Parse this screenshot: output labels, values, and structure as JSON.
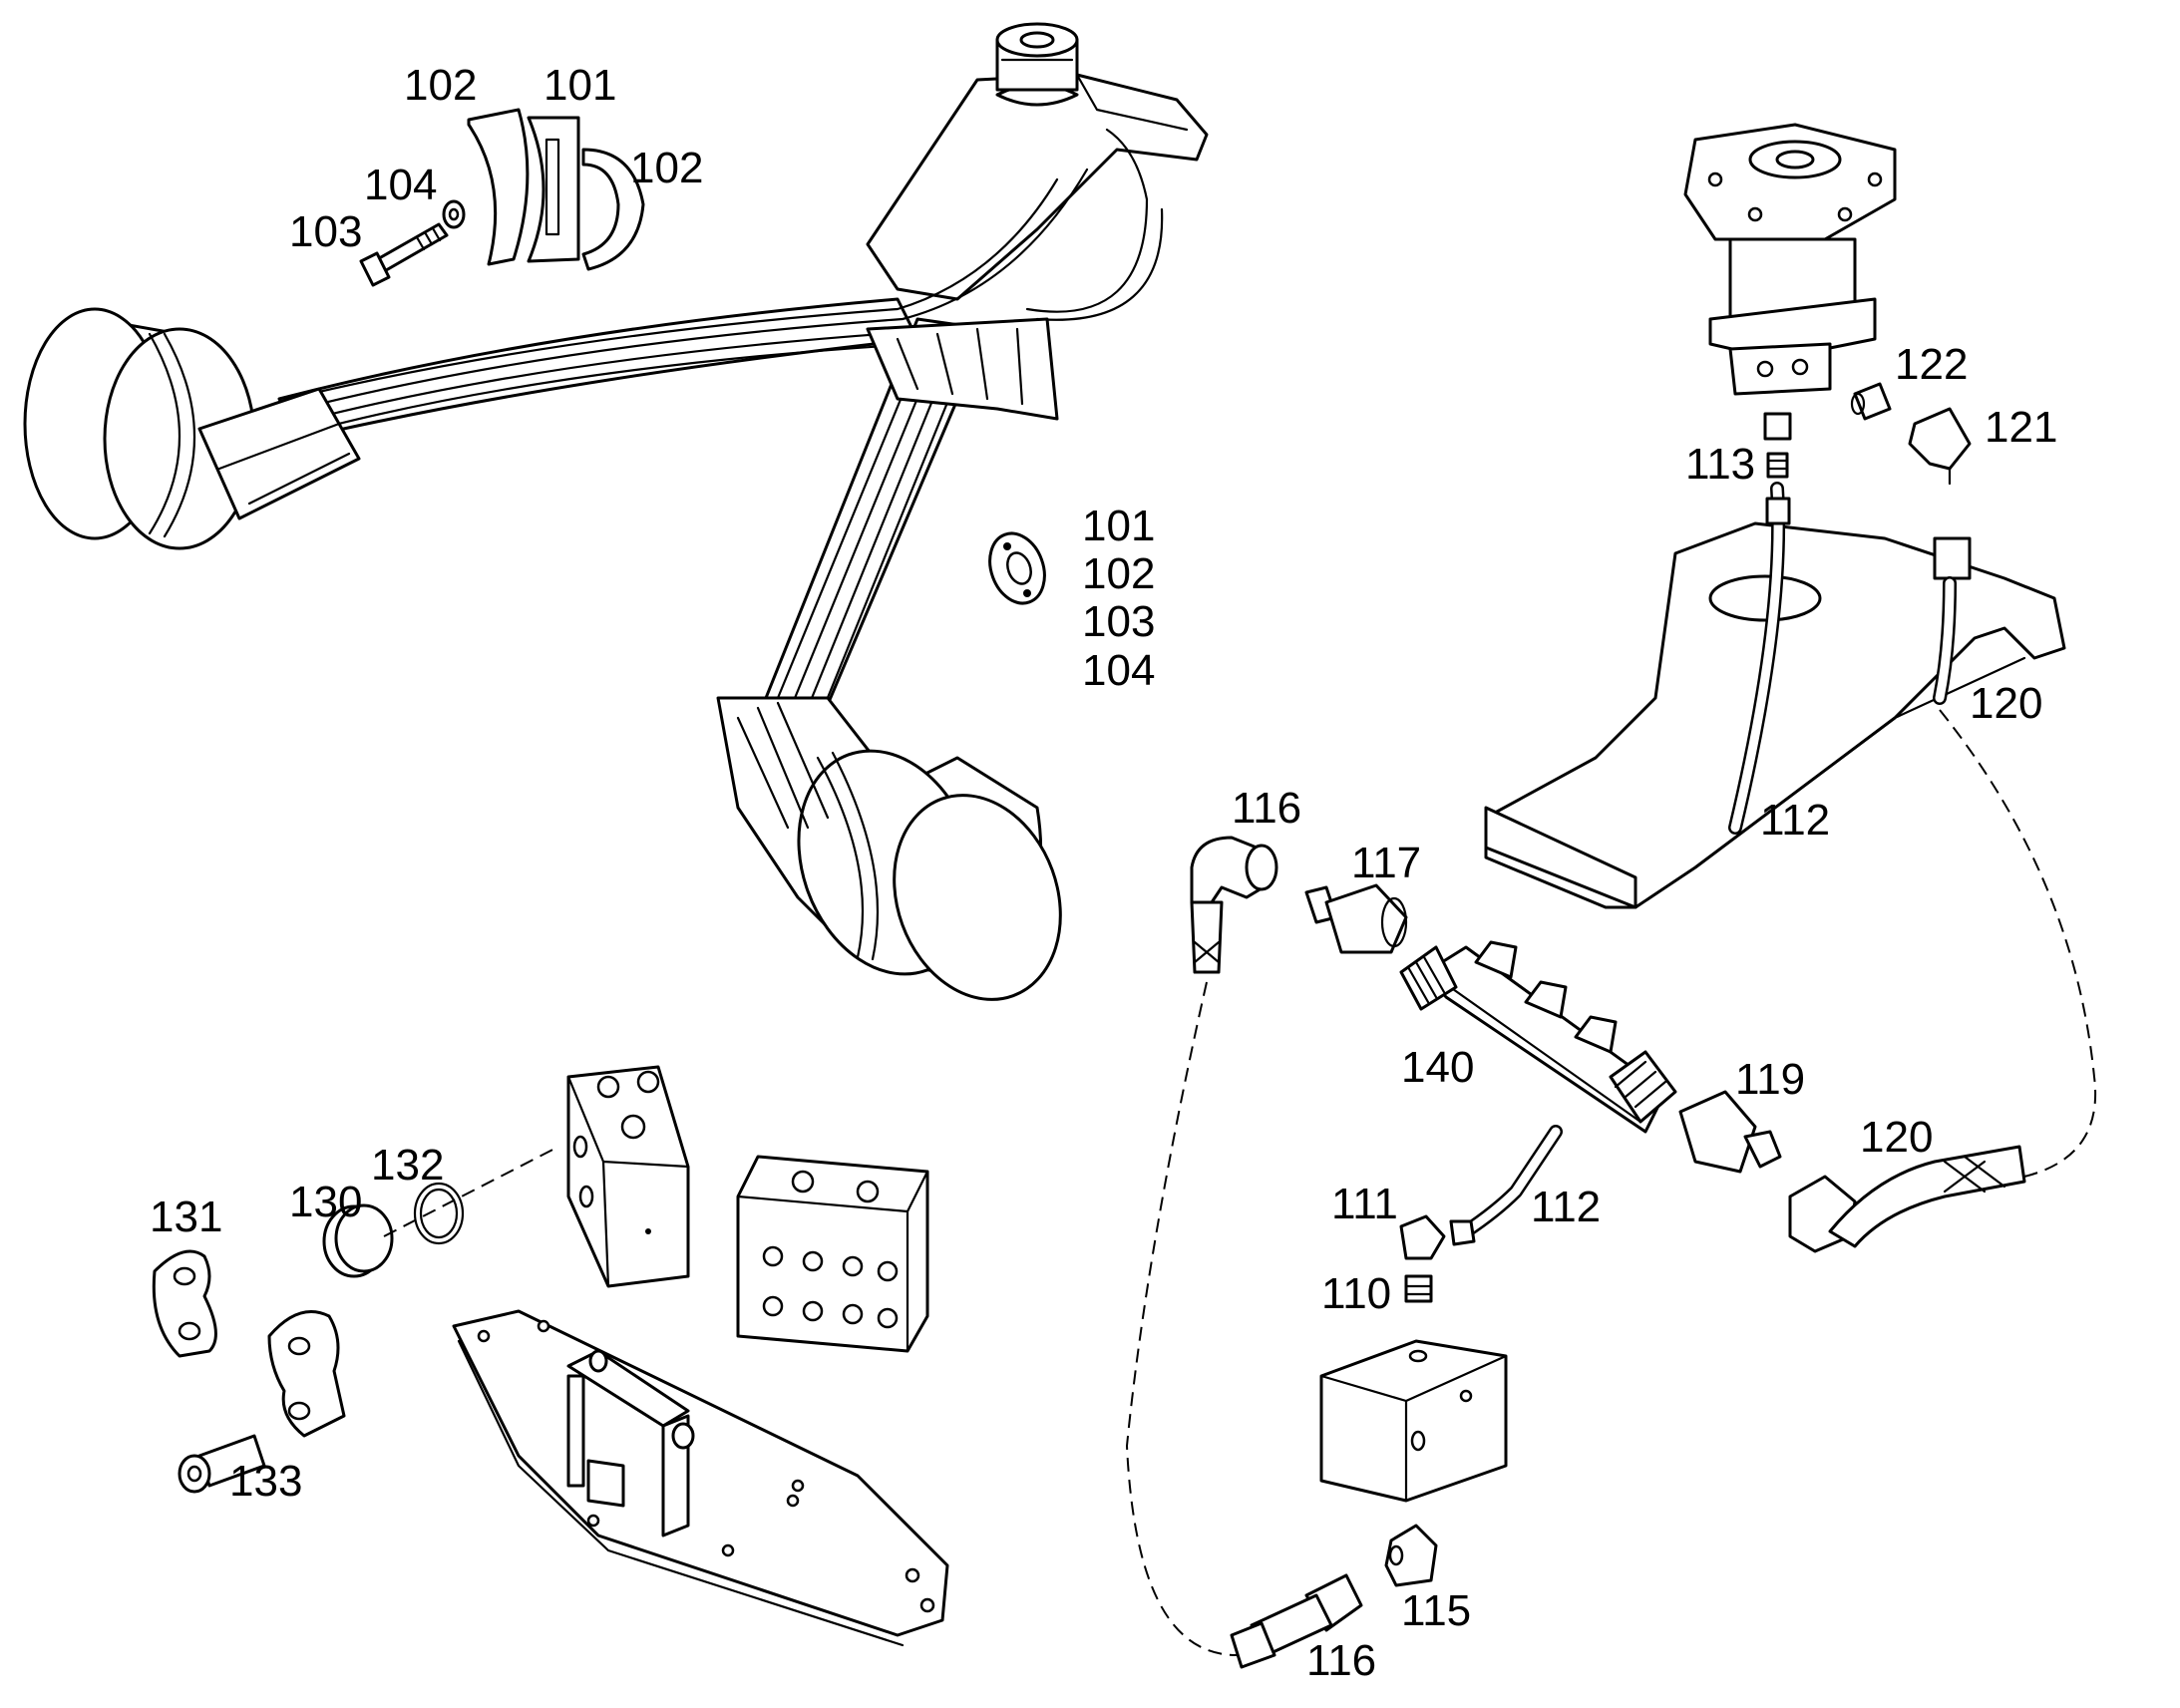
{
  "labels": {
    "l102a": "102",
    "l101a": "101",
    "l102b": "102",
    "l104a": "104",
    "l103a": "103",
    "stack": [
      "101",
      "102",
      "103",
      "104"
    ],
    "l122": "122",
    "l121": "121",
    "l113": "113",
    "l120a": "120",
    "l112a": "112",
    "l116a": "116",
    "l117": "117",
    "l140": "140",
    "l119": "119",
    "l120b": "120",
    "l111": "111",
    "l112b": "112",
    "l110": "110",
    "l115": "115",
    "l116b": "116",
    "l131": "131",
    "l130": "130",
    "l132": "132",
    "l133": "133"
  }
}
